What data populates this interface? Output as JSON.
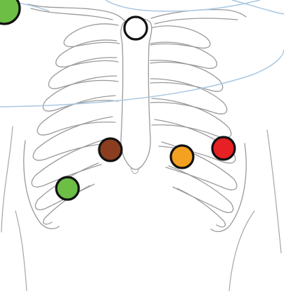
{
  "diagram": {
    "subject": "rib-cage",
    "colors": {
      "guide_line": "#a9c8e2",
      "bone_stroke": "#9a9a9a",
      "electrode_outline": "#111111"
    },
    "electrodes": [
      {
        "id": "top-left-green",
        "color": "#6cbe45"
      },
      {
        "id": "sternum-white",
        "color": "#ffffff"
      },
      {
        "id": "center-left-brown",
        "color": "#8b3d1f"
      },
      {
        "id": "center-right-orange",
        "color": "#f4a020"
      },
      {
        "id": "right-red",
        "color": "#e62024"
      },
      {
        "id": "lower-left-green",
        "color": "#6cbe45"
      }
    ]
  }
}
